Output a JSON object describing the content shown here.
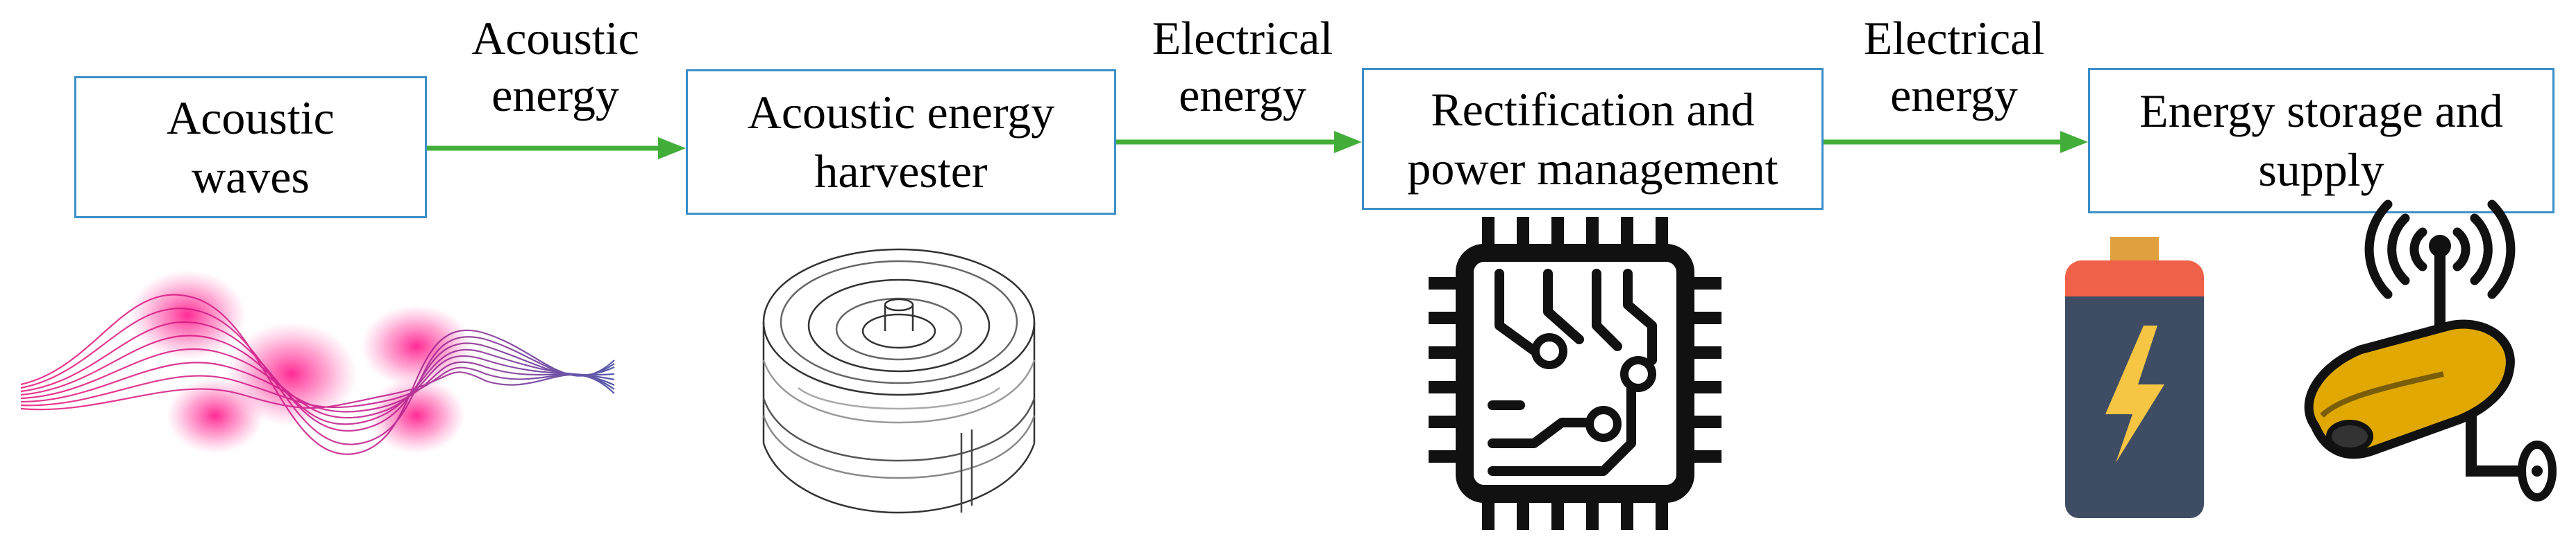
{
  "colors": {
    "box_border": "#3c8fc8",
    "arrow": "#43ad3a",
    "wave_pink": "#e8157a",
    "wave_blue": "#3a3e9c",
    "battery_body": "#3e4c64",
    "battery_top": "#f0614a",
    "battery_cap": "#e0a040",
    "bolt": "#f6c544",
    "camera_body": "#e0a800"
  },
  "nodes": [
    {
      "id": "acoustic-waves",
      "label": "Acoustic\nwaves"
    },
    {
      "id": "harvester",
      "label": "Acoustic energy\nharvester"
    },
    {
      "id": "rectification",
      "label": "Rectification and\npower management"
    },
    {
      "id": "storage",
      "label": "Energy storage and\nsupply"
    }
  ],
  "edges": [
    {
      "from": "acoustic-waves",
      "to": "harvester",
      "label": "Acoustic\nenergy"
    },
    {
      "from": "harvester",
      "to": "rectification",
      "label": "Electrical\nenergy"
    },
    {
      "from": "rectification",
      "to": "storage",
      "label": "Electrical\nenergy"
    }
  ],
  "illustrations": [
    {
      "name": "acoustic-wave",
      "icon": "wave-illustration"
    },
    {
      "name": "harvester-device",
      "icon": "resonator-illustration"
    },
    {
      "name": "chip",
      "icon": "chip-icon"
    },
    {
      "name": "battery",
      "icon": "battery-icon"
    },
    {
      "name": "camera",
      "icon": "wireless-camera-icon"
    }
  ]
}
